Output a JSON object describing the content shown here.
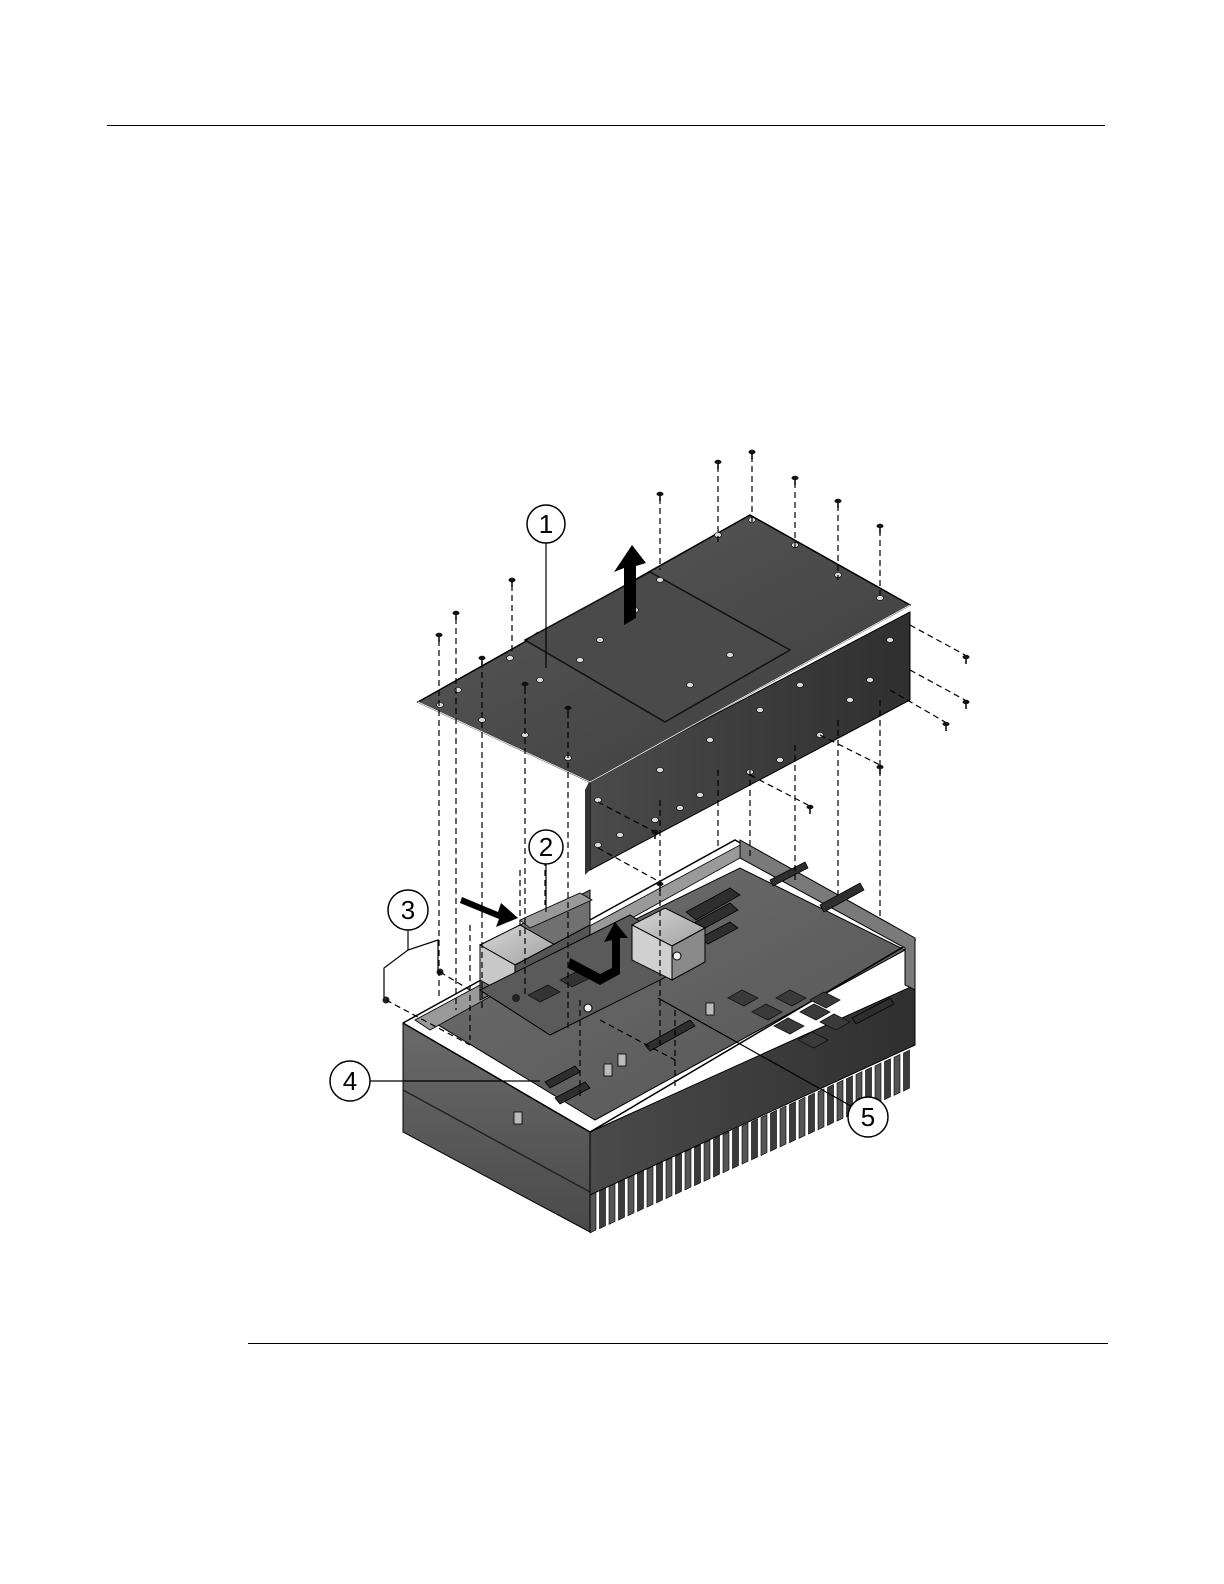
{
  "figure": {
    "callouts": [
      {
        "id": "1",
        "label": "1"
      },
      {
        "id": "2",
        "label": "2"
      },
      {
        "id": "3",
        "label": "3"
      },
      {
        "id": "4",
        "label": "4"
      },
      {
        "id": "5",
        "label": "5"
      }
    ]
  },
  "colors": {
    "metal_dark": "#4a4a4a",
    "metal_mid": "#6b6b6b",
    "metal_light": "#8c8c8c",
    "board": "#5e5e5e",
    "line": "#000000"
  },
  "icons": {
    "arrow-up": "lift-cover-arrow",
    "arrow-right": "insert-module-arrow",
    "arrow-bent": "remove-module-arrow"
  }
}
